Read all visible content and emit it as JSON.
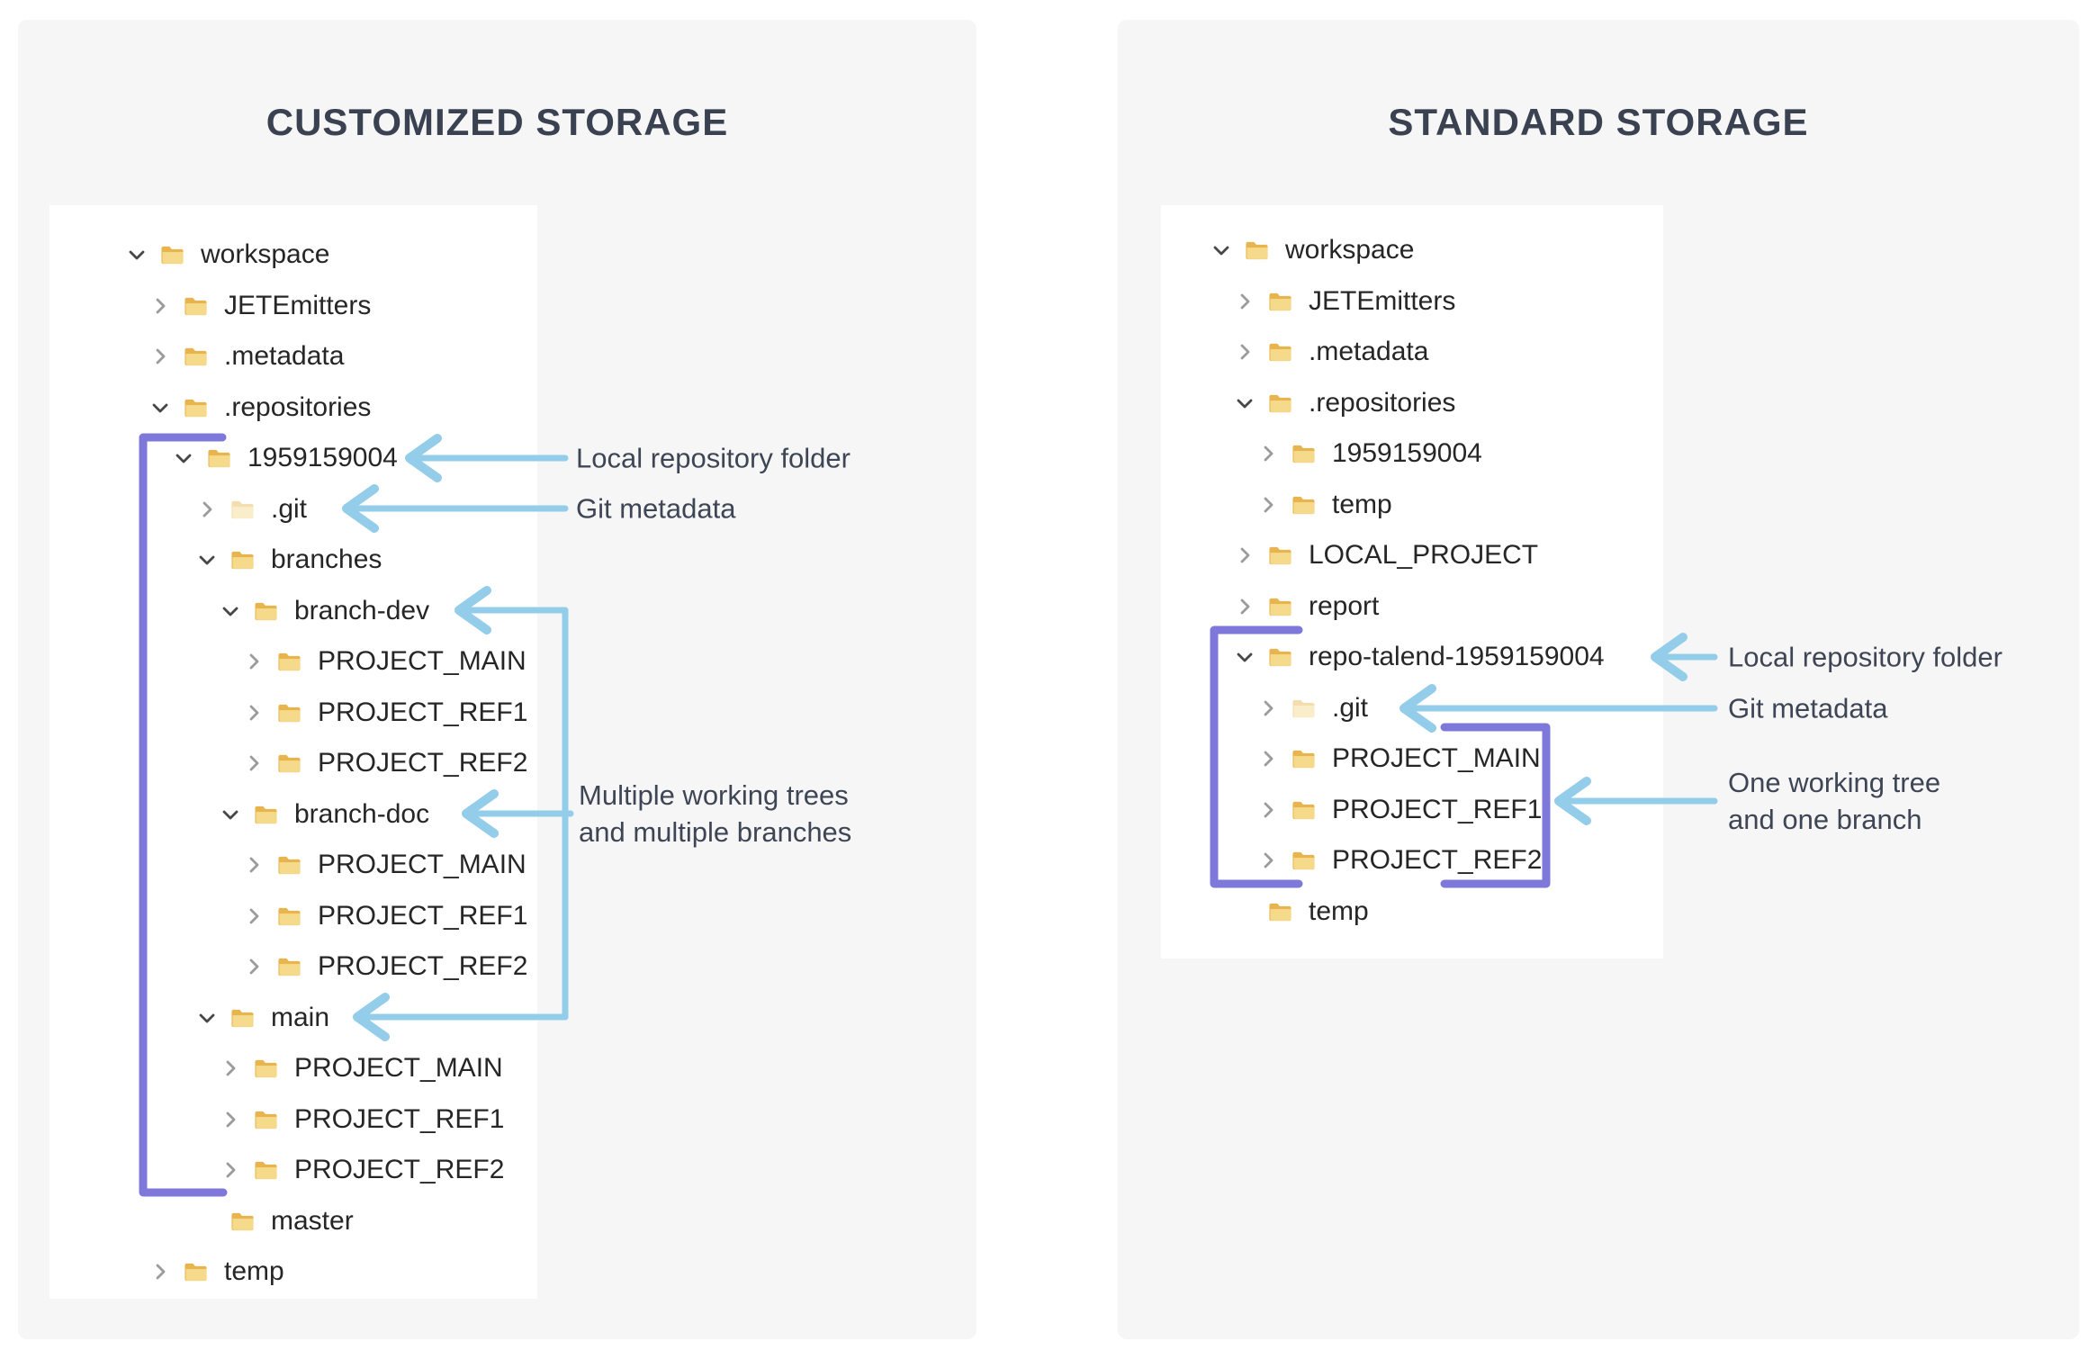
{
  "left_card": {
    "title": "CUSTOMIZED STORAGE",
    "tree": {
      "rows": [
        {
          "label": "workspace",
          "level": 0,
          "state": "expanded"
        },
        {
          "label": "JETEmitters",
          "level": 1,
          "state": "collapsed"
        },
        {
          "label": ".metadata",
          "level": 1,
          "state": "collapsed"
        },
        {
          "label": ".repositories",
          "level": 1,
          "state": "expanded"
        },
        {
          "label": "1959159004",
          "level": 2,
          "state": "expanded"
        },
        {
          "label": ".git",
          "level": 3,
          "state": "collapsed",
          "faded": true
        },
        {
          "label": "branches",
          "level": 3,
          "state": "expanded"
        },
        {
          "label": "branch-dev",
          "level": 4,
          "state": "expanded"
        },
        {
          "label": "PROJECT_MAIN",
          "level": 5,
          "state": "collapsed"
        },
        {
          "label": "PROJECT_REF1",
          "level": 5,
          "state": "collapsed"
        },
        {
          "label": "PROJECT_REF2",
          "level": 5,
          "state": "collapsed"
        },
        {
          "label": "branch-doc",
          "level": 4,
          "state": "expanded"
        },
        {
          "label": "PROJECT_MAIN",
          "level": 5,
          "state": "collapsed"
        },
        {
          "label": "PROJECT_REF1",
          "level": 5,
          "state": "collapsed"
        },
        {
          "label": "PROJECT_REF2",
          "level": 5,
          "state": "collapsed"
        },
        {
          "label": "main",
          "level": 3,
          "state": "expanded"
        },
        {
          "label": "PROJECT_MAIN",
          "level": 4,
          "state": "collapsed"
        },
        {
          "label": "PROJECT_REF1",
          "level": 4,
          "state": "collapsed"
        },
        {
          "label": "PROJECT_REF2",
          "level": 4,
          "state": "collapsed"
        },
        {
          "label": "master",
          "level": 3,
          "state": "none"
        },
        {
          "label": "temp",
          "level": 1,
          "state": "collapsed"
        }
      ]
    },
    "annotations": {
      "local_repo": "Local repository folder",
      "git_metadata": "Git metadata",
      "multi_line1": "Multiple working trees",
      "multi_line2": "and multiple branches"
    }
  },
  "right_card": {
    "title": "STANDARD STORAGE",
    "tree": {
      "rows": [
        {
          "label": "workspace",
          "level": 0,
          "state": "expanded"
        },
        {
          "label": "JETEmitters",
          "level": 1,
          "state": "collapsed"
        },
        {
          "label": ".metadata",
          "level": 1,
          "state": "collapsed"
        },
        {
          "label": ".repositories",
          "level": 1,
          "state": "expanded"
        },
        {
          "label": "1959159004",
          "level": 2,
          "state": "collapsed"
        },
        {
          "label": "temp",
          "level": 2,
          "state": "collapsed"
        },
        {
          "label": "LOCAL_PROJECT",
          "level": 1,
          "state": "collapsed"
        },
        {
          "label": "report",
          "level": 1,
          "state": "collapsed"
        },
        {
          "label": "repo-talend-1959159004",
          "level": 1,
          "state": "expanded"
        },
        {
          "label": ".git",
          "level": 2,
          "state": "collapsed",
          "faded": true
        },
        {
          "label": "PROJECT_MAIN",
          "level": 2,
          "state": "collapsed"
        },
        {
          "label": "PROJECT_REF1",
          "level": 2,
          "state": "collapsed"
        },
        {
          "label": "PROJECT_REF2",
          "level": 2,
          "state": "collapsed"
        },
        {
          "label": "temp",
          "level": 1,
          "state": "none"
        }
      ]
    },
    "annotations": {
      "local_repo": "Local repository folder",
      "git_metadata": "Git metadata",
      "one_line1": "One working tree",
      "one_line2": "and one branch"
    }
  },
  "colors": {
    "accent_blue": "#93cdea",
    "accent_purple": "#7d78d9",
    "card_bg": "#f6f6f7",
    "panel_bg": "#ffffff",
    "title_text": "#3a4252",
    "tree_text": "#262626",
    "annotation_text": "#3e4554",
    "folder_back": "#e8b44e",
    "folder_front": "#f6da8c"
  }
}
